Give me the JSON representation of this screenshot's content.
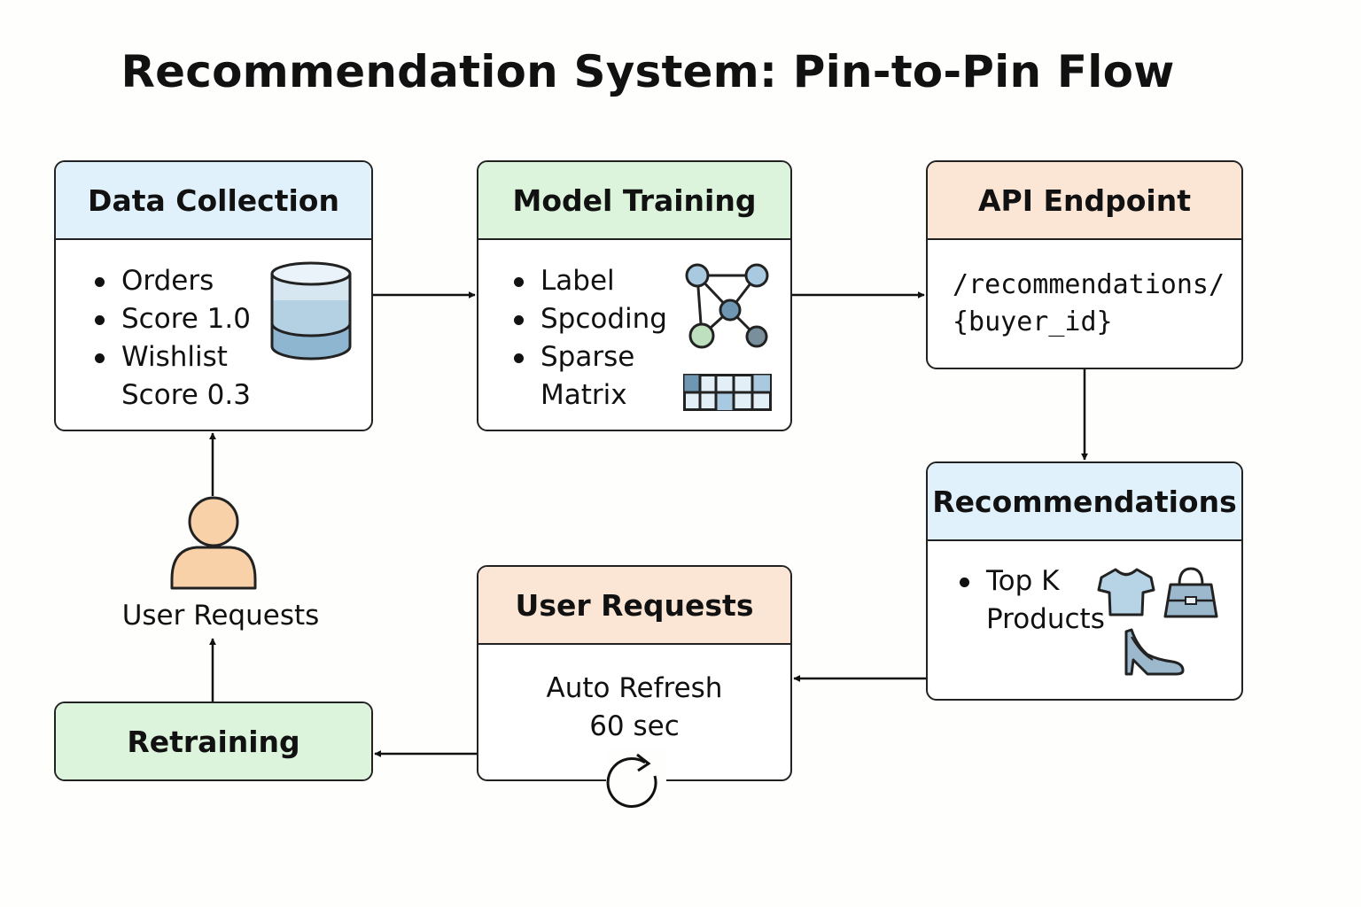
{
  "title": "Recommendation System: Pin-to-Pin Flow",
  "data_collection": {
    "heading": "Data Collection",
    "items": [
      "Orders",
      "Score 1.0",
      "Wishlist"
    ],
    "continuation": "Score 0.3",
    "icon": "database-icon"
  },
  "model_training": {
    "heading": "Model Training",
    "items": [
      "Label",
      "Spcoding",
      "Sparse"
    ],
    "continuation": "Matrix",
    "icons": [
      "graph-network-icon",
      "sparse-matrix-icon"
    ]
  },
  "api_endpoint": {
    "heading": "API Endpoint",
    "path_line1": "/recommendations/",
    "path_line2": "{buyer_id}"
  },
  "recommendations": {
    "heading": "Recommendations",
    "items": [
      "Top K"
    ],
    "continuation": "Products",
    "icons": [
      "tshirt-icon",
      "handbag-icon",
      "high-heel-icon"
    ]
  },
  "user_requests_box": {
    "heading": "User Requests",
    "line1": "Auto Refresh",
    "line2": "60 sec",
    "icon": "refresh-icon"
  },
  "retraining": {
    "heading": "Retraining"
  },
  "user_node": {
    "label": "User Requests",
    "icon": "user-icon"
  },
  "colors": {
    "blue_header": "#e1f1fb",
    "green_header": "#dcf3dc",
    "peach_header": "#fbe6d6",
    "icon_blue": "#9cc3dd",
    "icon_green": "#bfe0bf",
    "icon_slate": "#6f8a99",
    "user_fill": "#f9d1a8"
  }
}
